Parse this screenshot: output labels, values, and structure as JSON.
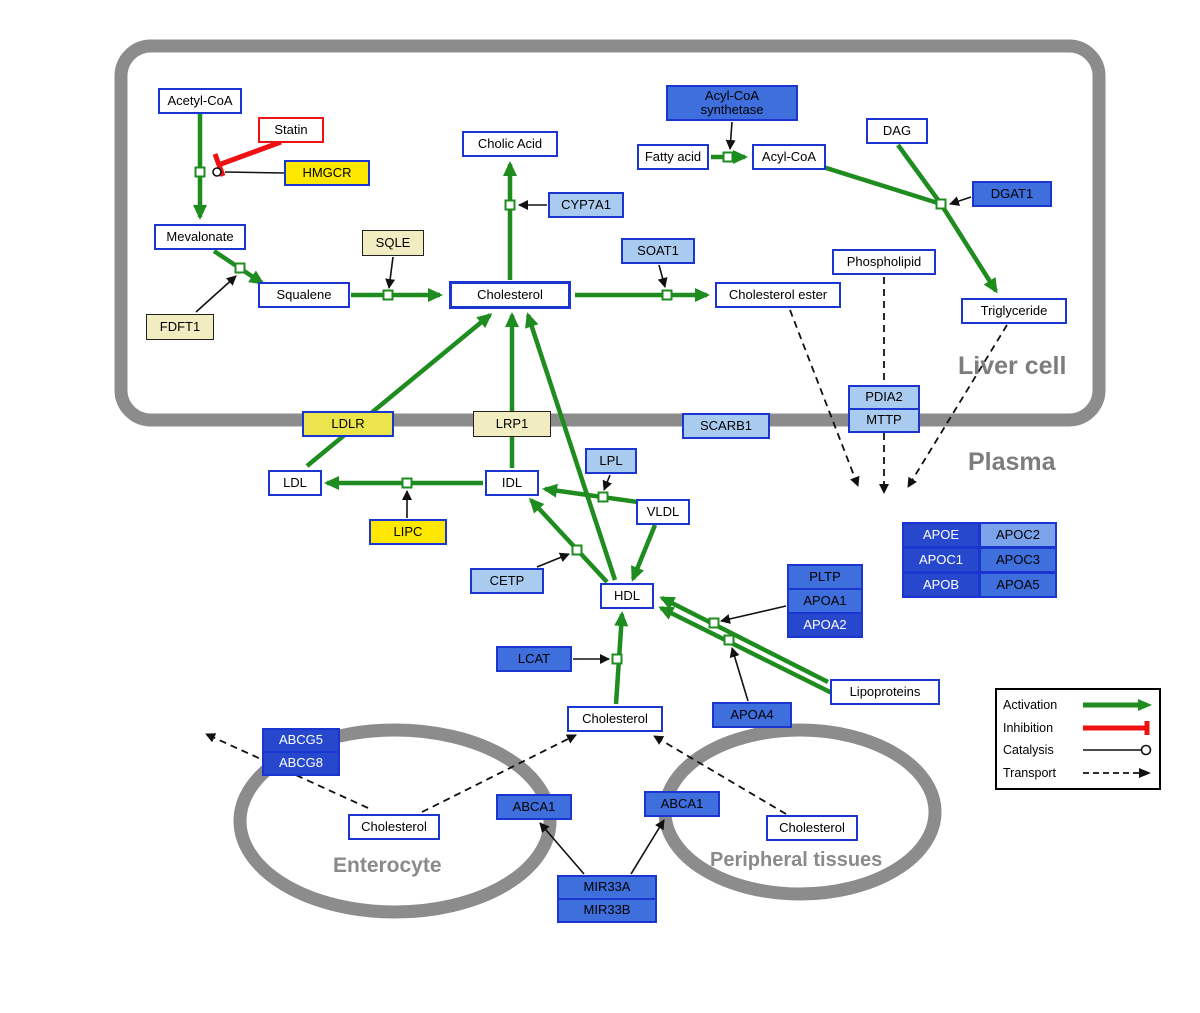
{
  "regions": {
    "liver_cell": "Liver cell",
    "plasma": "Plasma",
    "enterocyte": "Enterocyte",
    "peripheral_tissues": "Peripheral tissues"
  },
  "nodes": {
    "acetyl_coa": "Acetyl-CoA",
    "statin": "Statin",
    "hmgcr": "HMGCR",
    "mevalonate": "Mevalonate",
    "sqle": "SQLE",
    "fdft1": "FDFT1",
    "squalene": "Squalene",
    "cholesterol_liver": "Cholesterol",
    "cholic_acid": "Cholic Acid",
    "cyp7a1": "CYP7A1",
    "soat1": "SOAT1",
    "cholesterol_ester": "Cholesterol ester",
    "acyl_coa_synthetase_line1": "Acyl-CoA",
    "acyl_coa_synthetase_line2": "synthetase",
    "fatty_acid": "Fatty acid",
    "acyl_coa": "Acyl-CoA",
    "dag": "DAG",
    "dgat1": "DGAT1",
    "phospholipid": "Phospholipid",
    "triglyceride": "Triglyceride",
    "ldlr": "LDLR",
    "lrp1": "LRP1",
    "scarb1": "SCARB1",
    "pdia2": "PDIA2",
    "mttp": "MTTP",
    "ldl": "LDL",
    "idl": "IDL",
    "lpl": "LPL",
    "vldl": "VLDL",
    "lipc": "LIPC",
    "cetp": "CETP",
    "hdl": "HDL",
    "lcat": "LCAT",
    "pltp": "PLTP",
    "apoa1": "APOA1",
    "apoa2": "APOA2",
    "apoa4": "APOA4",
    "lipoproteins": "Lipoproteins",
    "apoe": "APOE",
    "apoc2": "APOC2",
    "apoc1": "APOC1",
    "apoc3": "APOC3",
    "apob": "APOB",
    "apoa5": "APOA5",
    "cholesterol_plasma": "Cholesterol",
    "abcg5": "ABCG5",
    "abcg8": "ABCG8",
    "cholesterol_enterocyte": "Cholesterol",
    "abca1_enterocyte": "ABCA1",
    "abca1_peripheral": "ABCA1",
    "cholesterol_peripheral": "Cholesterol",
    "mir33a": "MIR33A",
    "mir33b": "MIR33B"
  },
  "legend": {
    "activation": "Activation",
    "inhibition": "Inhibition",
    "catalysis": "Catalysis",
    "transport": "Transport"
  },
  "colors": {
    "activation_green": "#1f8c1f",
    "inhibition_red": "#ee1111",
    "membrane_gray": "#8c8c8c",
    "node_border_blue": "#1a35d0",
    "gene_yellow": "#ffe800",
    "gene_blue_dark": "#2748cc",
    "gene_blue_medium": "#3e6fdc",
    "gene_blue_light": "#a9cbf0"
  }
}
